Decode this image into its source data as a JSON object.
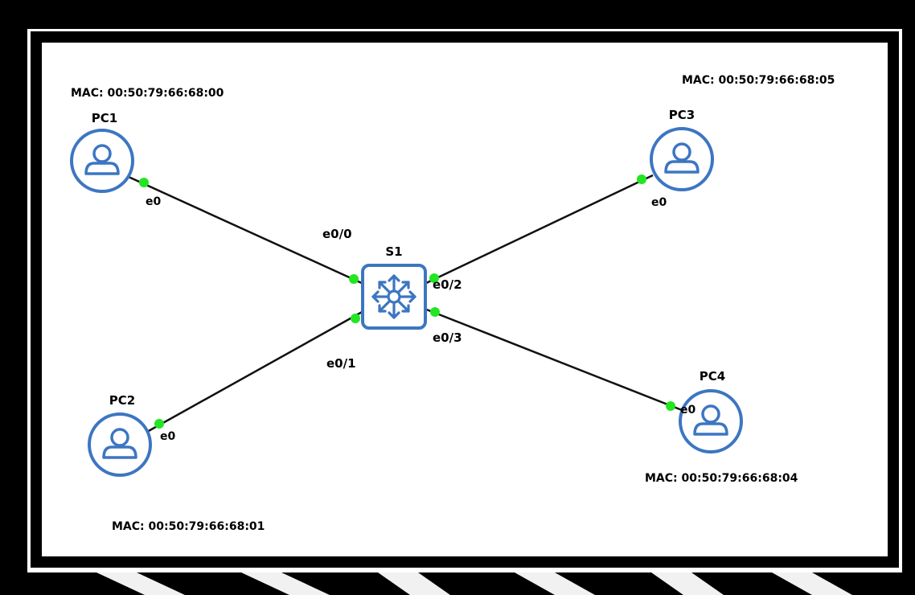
{
  "colors": {
    "device": "#3c76c2",
    "link": "#111111",
    "port_status": "#22e622",
    "canvas": "#ffffff",
    "frame": "#000000"
  },
  "nodes": {
    "pc1": {
      "name": "PC1",
      "icon": "pc-icon",
      "mac": "MAC: 00:50:79:66:68:00"
    },
    "pc2": {
      "name": "PC2",
      "icon": "pc-icon",
      "mac": "MAC: 00:50:79:66:68:01"
    },
    "pc3": {
      "name": "PC3",
      "icon": "pc-icon",
      "mac": "MAC: 00:50:79:66:68:05"
    },
    "pc4": {
      "name": "PC4",
      "icon": "pc-icon",
      "mac": "MAC: 00:50:79:66:68:04"
    },
    "s1": {
      "name": "S1",
      "icon": "switch-icon"
    }
  },
  "links": [
    {
      "from": "pc1",
      "from_port": "e0",
      "to": "s1",
      "to_port": "e0/0"
    },
    {
      "from": "pc2",
      "from_port": "e0",
      "to": "s1",
      "to_port": "e0/1"
    },
    {
      "from": "pc3",
      "from_port": "e0",
      "to": "s1",
      "to_port": "e0/2"
    },
    {
      "from": "pc4",
      "from_port": "e0",
      "to": "s1",
      "to_port": "e0/3"
    }
  ]
}
